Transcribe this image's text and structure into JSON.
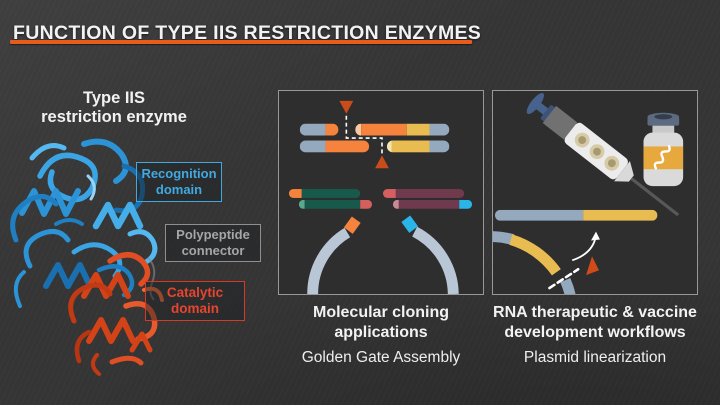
{
  "slide": {
    "title": "FUNCTION OF TYPE IIS RESTRICTION ENZYMES"
  },
  "enzyme": {
    "heading": {
      "line1": "Type IIS",
      "line2": "restriction enzyme"
    },
    "labels": {
      "recognition": {
        "line1": "Recognition",
        "line2": "domain",
        "color": "#41a9e2"
      },
      "connector": {
        "line1": "Polypeptide",
        "line2": "connector",
        "color": "#a6a6a6"
      },
      "catalytic": {
        "line1": "Catalytic",
        "line2": "domain",
        "color": "#e64530"
      }
    }
  },
  "panels": {
    "cloning": {
      "caption_line1": "Molecular cloning",
      "caption_line2": "applications",
      "subcaption": "Golden Gate Assembly"
    },
    "rna": {
      "caption_line1": "RNA therapeutic & vaccine",
      "caption_line2": "development workflows",
      "subcaption": "Plasmid linearization"
    }
  },
  "icons": {
    "cut_site_triangle": "orange triangle marking enzyme cut site",
    "plasmid_arc": "open circular plasmid backbone",
    "syringe": "injection syringe",
    "vaccine_vial": "vaccine vial with RNA label",
    "rna_squiggle": "RNA strand squiggle on vial label",
    "dna_fragment": "linear DNA fragment bar"
  },
  "colors": {
    "background": "#353535",
    "panel_background": "#2e2e2e",
    "panel_border": "#989898",
    "accent_orange_rule": "#e55c1d",
    "cut_triangle": "#c94c1a",
    "dna_grayblue": "#94a9bd",
    "dna_orange": "#f5823d",
    "dna_yellow": "#e9bc52",
    "dna_green": "#17594a",
    "dna_maroon": "#6f3a4d",
    "dna_red_tip": "#d45f5f",
    "dna_cyan_tip": "#2ab5e8",
    "plasmid_arc": "#b9c6d6",
    "protein_blue": "#2b93d6",
    "protein_red": "#e04f24",
    "vial_label": "#e7a93e",
    "title_text": "#f2f2f2"
  }
}
